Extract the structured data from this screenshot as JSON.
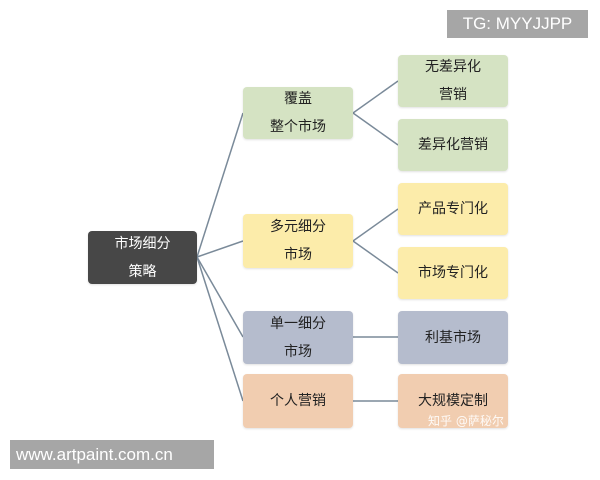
{
  "root": {
    "lines": [
      "市场细分",
      "策略"
    ],
    "color": "#474747"
  },
  "branches": [
    {
      "lines": [
        "覆盖",
        "整个市场"
      ],
      "color": "#d5e3c3",
      "children": [
        {
          "lines": [
            "无差异化",
            "营销"
          ]
        },
        {
          "lines": [
            "差异化营销"
          ]
        }
      ]
    },
    {
      "lines": [
        "多元细分",
        "市场"
      ],
      "color": "#fcecaa",
      "children": [
        {
          "lines": [
            "产品专门化"
          ]
        },
        {
          "lines": [
            "市场专门化"
          ]
        }
      ]
    },
    {
      "lines": [
        "单一细分",
        "市场"
      ],
      "color": "#b5bccd",
      "children": [
        {
          "lines": [
            "利基市场"
          ]
        }
      ]
    },
    {
      "lines": [
        "个人营销"
      ],
      "color": "#f1cdb0",
      "children": [
        {
          "lines": [
            "大规模定制"
          ]
        }
      ]
    }
  ],
  "watermarks": {
    "top_right": "TG: MYYJJPP",
    "bottom_left": "www.artpaint.com.cn",
    "source": "知乎 @萨秘尔"
  }
}
